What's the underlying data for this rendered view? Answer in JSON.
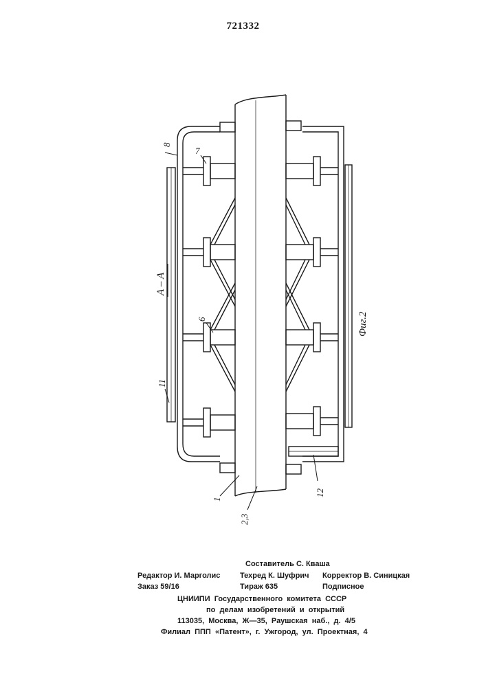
{
  "header": {
    "page_number": "721332"
  },
  "drawing": {
    "section_label": "А – А",
    "figure_label": "Фиг.2",
    "callouts": {
      "l1": "1",
      "l23": "2,3",
      "l6": "6",
      "l7": "7",
      "l8": "8",
      "l11": "11",
      "l12": "12"
    }
  },
  "colophon": {
    "compiler": "Составитель С. Кваша",
    "editor": "Редактор И. Марголис",
    "techred": "Техред К. Шуфрич",
    "corrector": "Корректор В. Синицкая",
    "order": "Заказ 59/16",
    "circulation": "Тираж 635",
    "subscription": "Подписное",
    "org_line1": "ЦНИИПИ  Государственного  комитета  СССР",
    "org_line2": "по  делам  изобретений  и  открытий",
    "org_line3": "113035,  Москва,  Ж—35,  Раушская  наб.,  д.  4/5",
    "branch": "Филиал  ППП  «Патент»,  г.  Ужгород,  ул.  Проектная,  4"
  }
}
